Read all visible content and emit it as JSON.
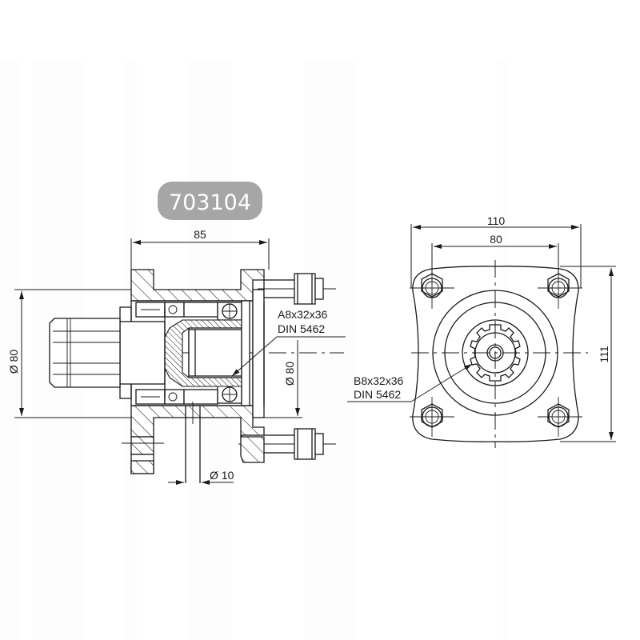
{
  "badge": {
    "part_number": "703104",
    "background_color": "#a6a6a6",
    "text_color": "#ffffff"
  },
  "side_view": {
    "dimensions": {
      "overall_length": "85",
      "flange_diameter_left": "Ø 80",
      "flange_diameter_right": "Ø 80",
      "drain_bore": "Ø 10"
    },
    "callout": {
      "line1": "A8x32x36",
      "line2": "DIN 5462"
    }
  },
  "front_view": {
    "dimensions": {
      "overall_width": "110",
      "bolt_spacing": "80",
      "overall_height": "111"
    },
    "callout": {
      "line1": "B8x32x36",
      "line2": "DIN 5462"
    }
  },
  "colors": {
    "line": "#1a1a1a",
    "background": "#ffffff"
  }
}
